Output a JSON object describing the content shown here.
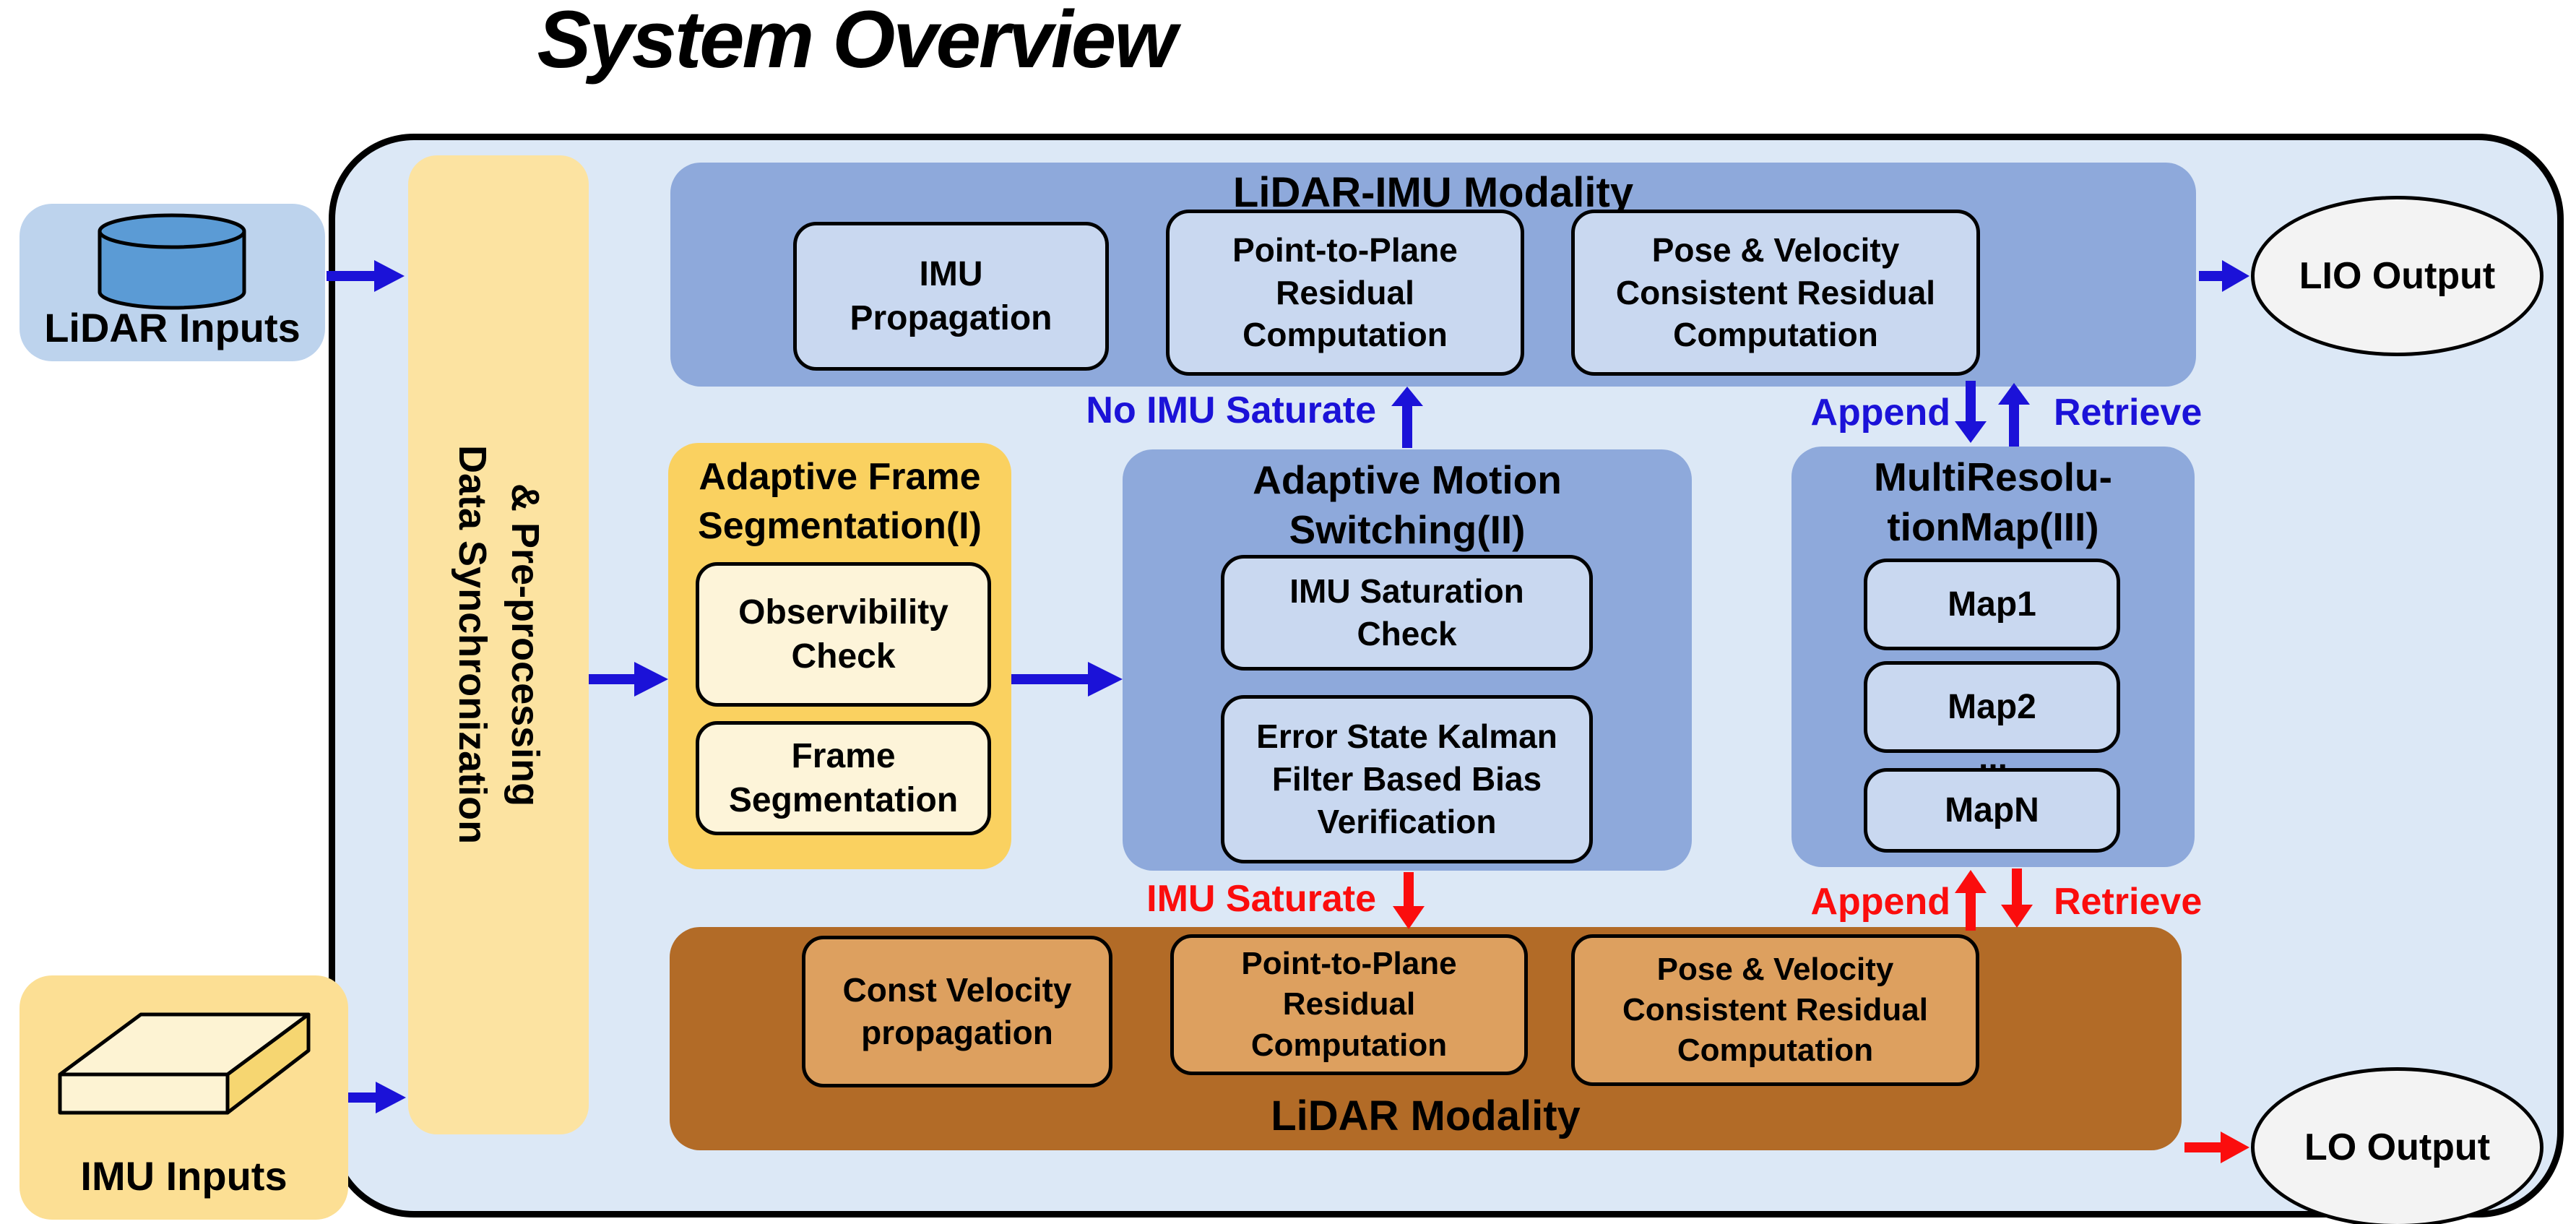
{
  "title": "System Overview",
  "inputs": {
    "lidar_label": "LiDAR Inputs",
    "imu_label": "IMU Inputs"
  },
  "sync_bar": {
    "label": "Data Synchronization\n& Pre-processing"
  },
  "lidar_imu_modality": {
    "title": "LiDAR-IMU Modality",
    "imu_propagation": "IMU\nPropagation",
    "point_to_plane": "Point-to-Plane\nResidual\nComputation",
    "pose_velocity": "Pose & Velocity\nConsistent Residual\nComputation"
  },
  "adaptive_frame_segmentation": {
    "title": "Adaptive Frame\nSegmentation(I)",
    "observability_check": "Observibility\nCheck",
    "frame_segmentation": "Frame\nSegmentation"
  },
  "adaptive_motion_switching": {
    "title": "Adaptive Motion\nSwitching(II)",
    "imu_saturation_check": "IMU Saturation\nCheck",
    "eskf_bias_verification": "Error State Kalman\nFilter  Based Bias\nVerification"
  },
  "multi_resolution_map": {
    "title": "MultiResolu-\ntionMap(III)",
    "maps": [
      "Map1",
      "Map2",
      "...",
      "MapN"
    ]
  },
  "lidar_modality": {
    "title": "LiDAR Modality",
    "const_velocity": "Const Velocity\npropagation",
    "point_to_plane": "Point-to-Plane\nResidual\nComputation",
    "pose_velocity": "Pose & Velocity\nConsistent Residual\nComputation"
  },
  "flow_labels": {
    "no_imu_saturate": "No IMU Saturate",
    "imu_saturate": "IMU Saturate",
    "append_top": "Append",
    "retrieve_top": "Retrieve",
    "append_bottom": "Append",
    "retrieve_bottom": "Retrieve"
  },
  "outputs": {
    "lio": "LIO Output",
    "lo": "LO Output"
  },
  "colors": {
    "container_fill": "#dce8f6",
    "modality_blue": "#8ea9db",
    "inner_light_blue": "#c9d8f0",
    "sync_bar_yellow": "#fce3a1",
    "afs_gold": "#fad160",
    "inner_cream": "#fdf4d9",
    "lidar_modality_brown": "#b26b27",
    "inner_tan": "#dda05f",
    "lidar_input_blue": "#bdd3ed",
    "imu_input_yellow": "#fcdf94",
    "output_ellipse_gray": "#f3f3f3",
    "arrow_blue": "#1b12d8",
    "arrow_red": "#fb0d0d"
  }
}
